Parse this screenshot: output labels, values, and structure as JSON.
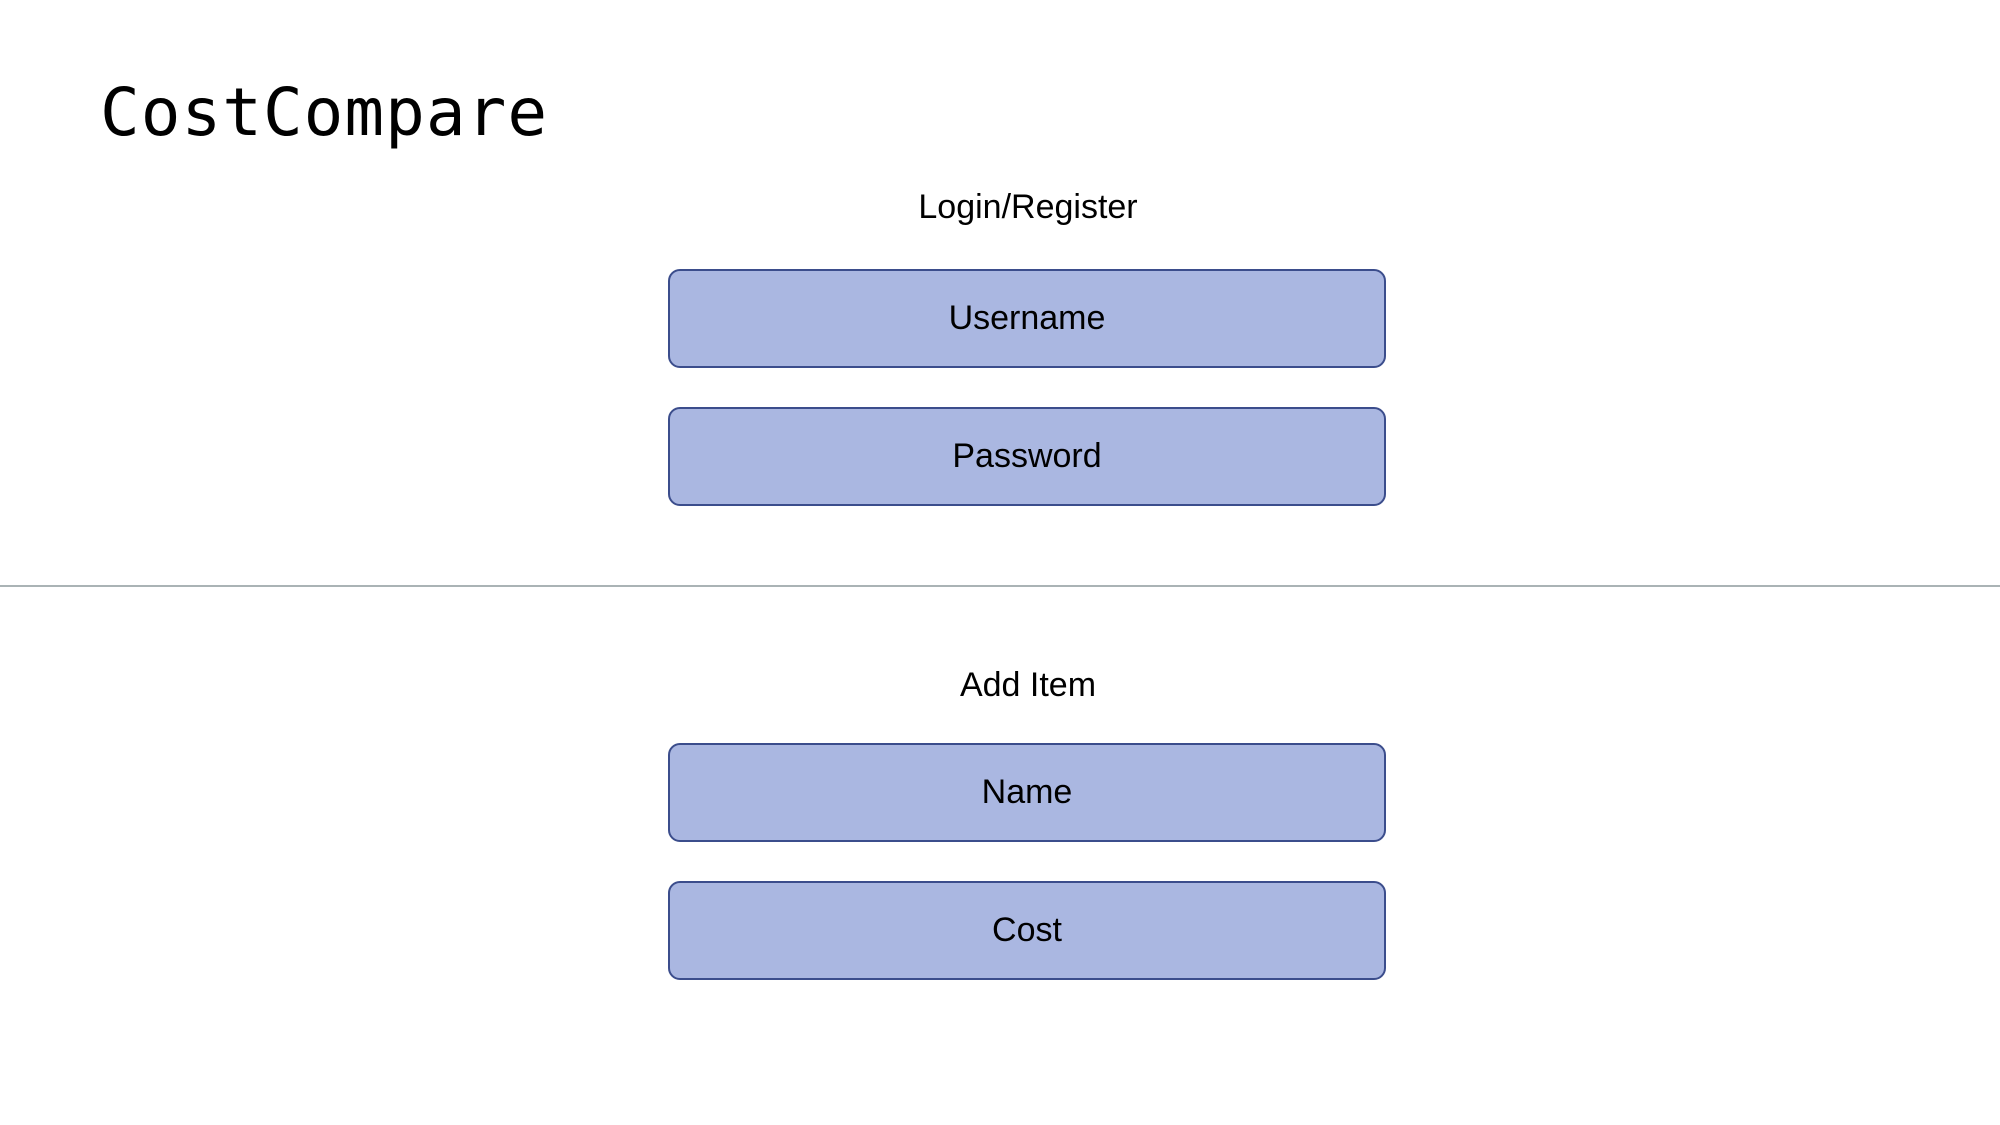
{
  "app": {
    "title": "CostCompare"
  },
  "login_section": {
    "heading": "Login/Register",
    "username_label": "Username",
    "password_label": "Password"
  },
  "add_item_section": {
    "heading": "Add Item",
    "name_label": "Name",
    "cost_label": "Cost"
  },
  "colors": {
    "field_fill": "#aab7e1",
    "field_border": "#3b4d8c",
    "divider": "#aab3b5",
    "background": "#ffffff"
  }
}
